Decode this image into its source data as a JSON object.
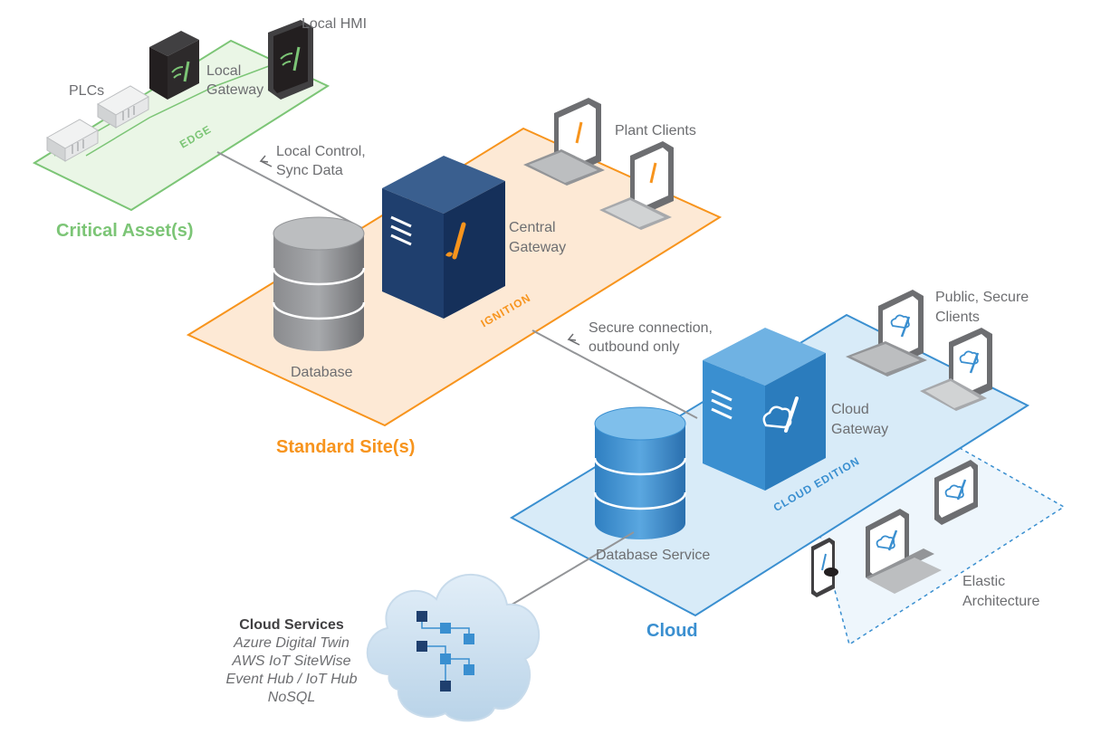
{
  "colors": {
    "edge_green": "#7cc576",
    "ignition_orange": "#f7941d",
    "cloud_blue": "#3a8fd0",
    "gateway_navy": "#1f3f6e",
    "text_gray": "#6d6e71",
    "text_dark": "#414042"
  },
  "edge": {
    "plane_label": "EDGE",
    "zone_title": "Critical Asset(s)",
    "plcs_label": "PLCs",
    "local_gateway_label": [
      "Local",
      "Gateway"
    ],
    "local_hmi_label": "Local HMI"
  },
  "connections": {
    "local_control": [
      "Local Control,",
      "Sync Data"
    ],
    "secure_connection": [
      "Secure connection,",
      "outbound only"
    ]
  },
  "standard_site": {
    "plane_label": "IGNITION",
    "zone_title": "Standard Site(s)",
    "central_gateway_label": [
      "Central",
      "Gateway"
    ],
    "plant_clients_label": "Plant Clients",
    "database_label": "Database"
  },
  "cloud": {
    "plane_label": "CLOUD EDITION",
    "zone_title": "Cloud",
    "cloud_gateway_label": [
      "Cloud",
      "Gateway"
    ],
    "public_clients_label": [
      "Public, Secure",
      "Clients"
    ],
    "database_service_label": "Database Service",
    "elastic_label": [
      "Elastic",
      "Architecture"
    ]
  },
  "cloud_services": {
    "title": "Cloud Services",
    "items": [
      "Azure Digital Twin",
      "AWS IoT SiteWise",
      "Event Hub / IoT Hub",
      "NoSQL"
    ]
  },
  "icons": {
    "ignition_mark": "exclamation-flame-icon",
    "cloud_mark": "cloud-exclamation-icon",
    "wireless_mark": "wifi-icon"
  }
}
